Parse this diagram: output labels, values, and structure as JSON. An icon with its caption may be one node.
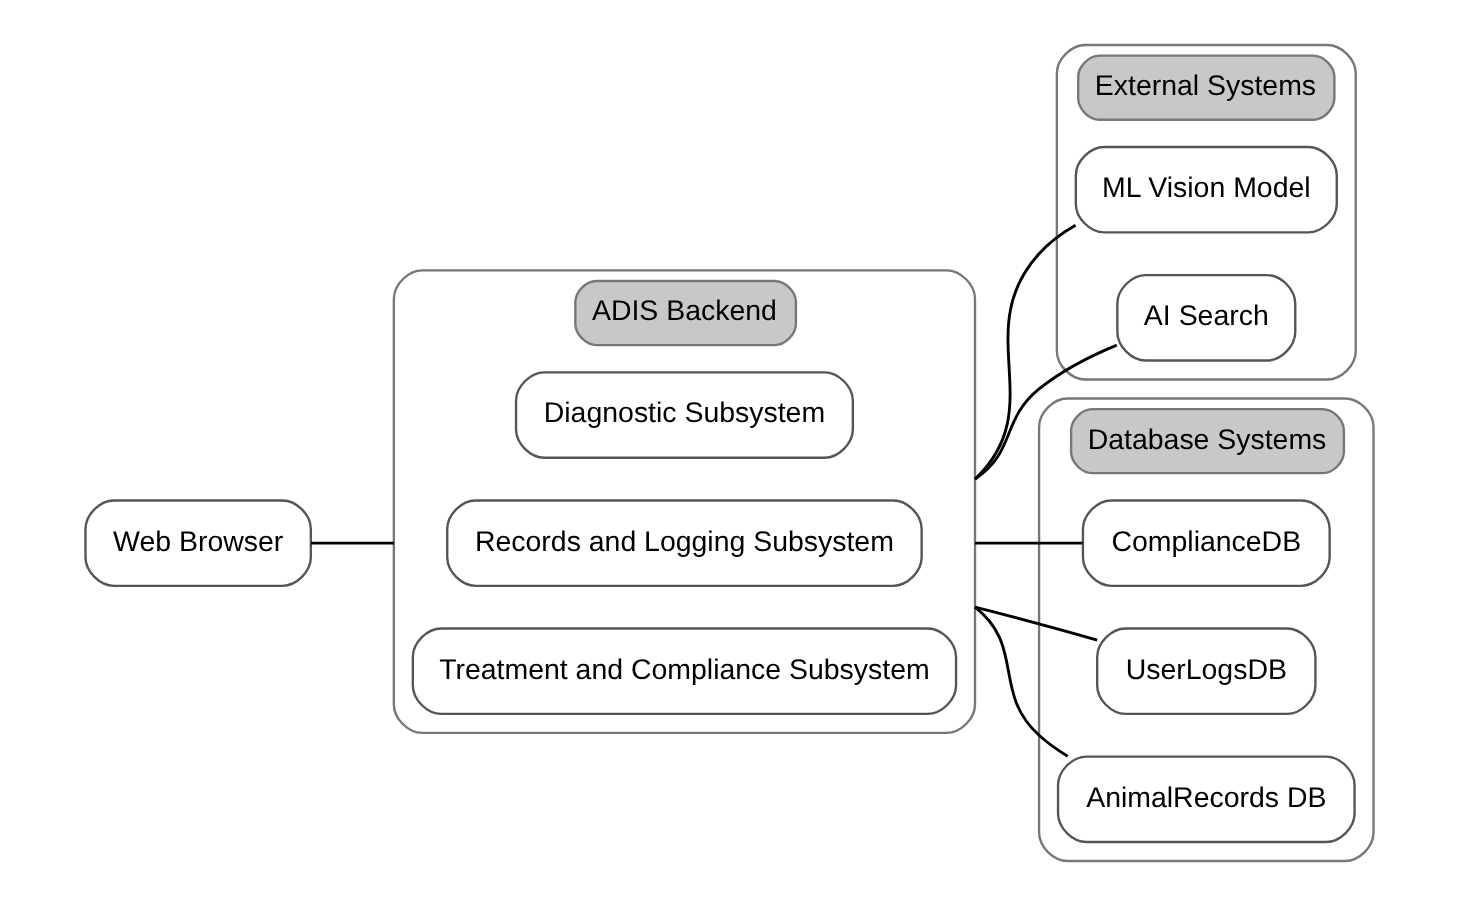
{
  "diagram": {
    "nodes": [
      {
        "text": [
          "External Systems"
        ]
      },
      {
        "text": [
          "ML Vision Model"
        ],
        "in": 0
      },
      {
        "text": [
          "AI Search"
        ],
        "in": 0
      },
      {
        "text": [
          "ADIS Backend"
        ]
      },
      {
        "text": [
          "Diagnostic Subsystem"
        ],
        "in": 3
      },
      {
        "text": [
          "Records and Logging Subsystem"
        ],
        "in": 3
      },
      {
        "text": [
          "Treatment and Compliance Subsystem"
        ],
        "in": 3
      },
      {
        "text": [
          "Database Systems"
        ]
      },
      {
        "text": [
          "ComplianceDB"
        ],
        "in": 7
      },
      {
        "text": [
          "UserLogsDB"
        ],
        "in": 7
      },
      {
        "text": [
          "AnimalRecords DB"
        ],
        "in": 7
      },
      {
        "text": [
          "Web Browser"
        ]
      }
    ],
    "edges": [
      {
        "from": 11,
        "to": 3,
        "arrow": "none"
      },
      {
        "from": 3,
        "to": 1,
        "arrow": "none"
      },
      {
        "from": 3,
        "to": 2,
        "arrow": "none"
      },
      {
        "from": 3,
        "to": 8,
        "arrow": "none"
      },
      {
        "from": 3,
        "to": 9,
        "arrow": "none"
      },
      {
        "from": 3,
        "to": 10,
        "arrow": "none"
      }
    ]
  }
}
